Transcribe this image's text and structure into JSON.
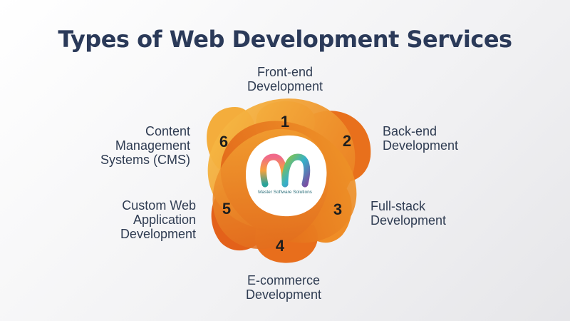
{
  "title": "Types of Web Development Services",
  "logo": {
    "text": "Master Software Solutions"
  },
  "colors": {
    "petal_light": "#f5b23b",
    "petal_dark": "#e25f16",
    "title": "#2b3a59",
    "label": "#2f3c52"
  },
  "services": [
    {
      "number": "1",
      "label_lines": [
        "Front-end",
        "Development"
      ]
    },
    {
      "number": "2",
      "label_lines": [
        "Back-end",
        "Development"
      ]
    },
    {
      "number": "3",
      "label_lines": [
        "Full-stack",
        "Development"
      ]
    },
    {
      "number": "4",
      "label_lines": [
        "E-commerce",
        "Development"
      ]
    },
    {
      "number": "5",
      "label_lines": [
        "Custom Web",
        "Application",
        "Development"
      ]
    },
    {
      "number": "6",
      "label_lines": [
        "Content",
        "Management",
        "Systems (CMS)"
      ]
    }
  ]
}
